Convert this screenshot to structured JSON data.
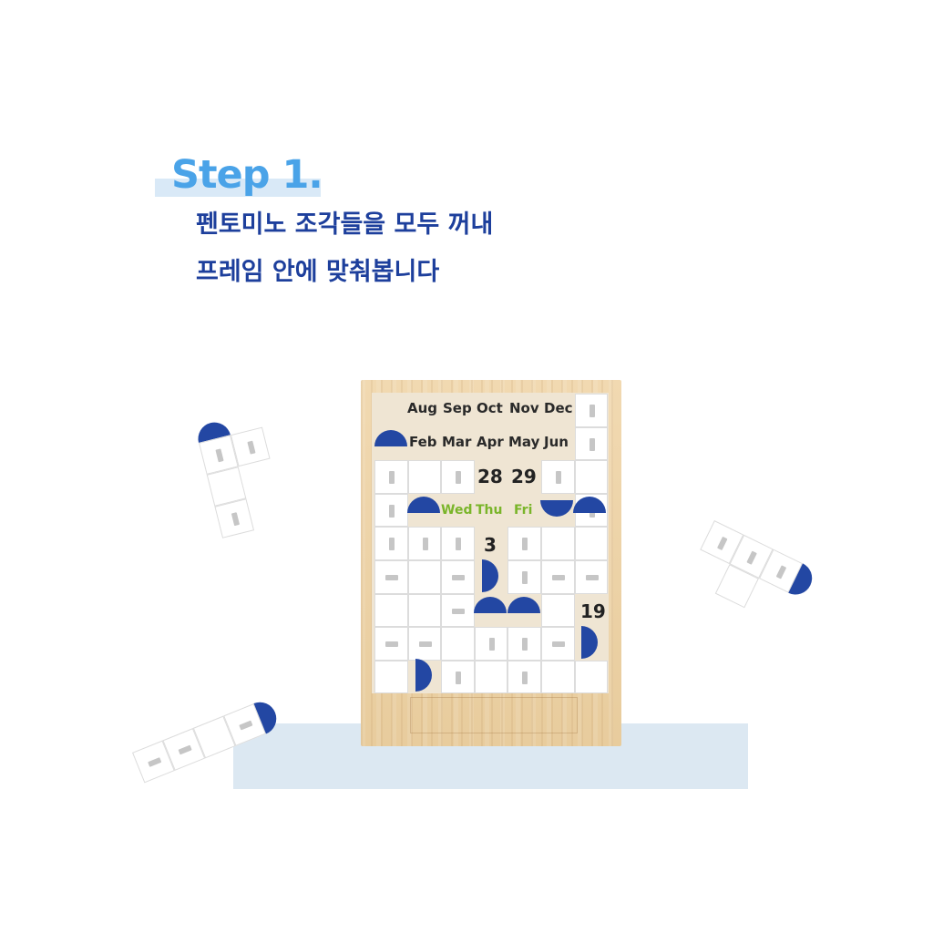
{
  "header": {
    "step": "Step 1.",
    "line1": "펜토미노 조각들을 모두 꺼내",
    "line2": "프레임 안에 맞춰봅니다"
  },
  "board": {
    "row1": [
      "Aug",
      "Sep",
      "Oct",
      "Nov",
      "Dec"
    ],
    "row2": [
      "Feb",
      "Mar",
      "Apr",
      "May",
      "Jun"
    ],
    "days1": [
      "28",
      "29"
    ],
    "weekdays": [
      "Wed",
      "Thu",
      "Fri"
    ],
    "day3": "3",
    "day19": "19"
  },
  "colors": {
    "step": "#4aa3e8",
    "heading": "#1d3f9c",
    "cap": "#2347a3",
    "weekday": "#7ab52a",
    "board_wood": "#ecd3a8",
    "floor": "#dce8f2"
  }
}
